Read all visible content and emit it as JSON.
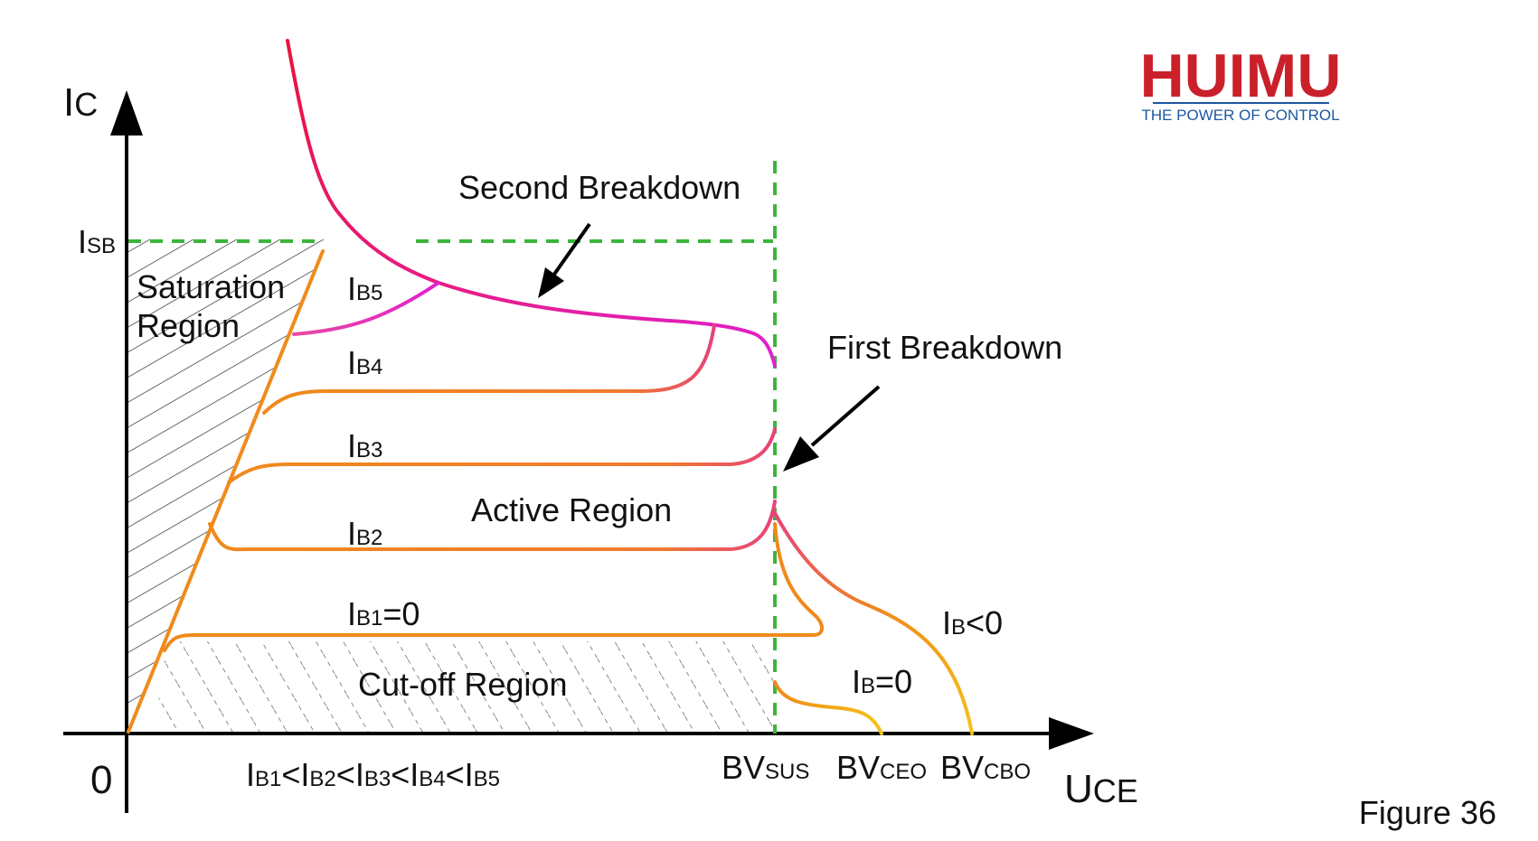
{
  "logo": {
    "name": "HUIMU",
    "tagline": "THE POWER OF CONTROL",
    "color_main": "#c9202a",
    "color_sub": "#1e56a0"
  },
  "figure_label": "Figure 36",
  "axes": {
    "y_label": {
      "main": "I",
      "sub": "C"
    },
    "x_label": {
      "main": "U",
      "sub": "CE"
    },
    "origin": "0"
  },
  "levels": {
    "isb": {
      "main": "I",
      "sub": "SB"
    }
  },
  "regions": {
    "saturation_line1": "Saturation",
    "saturation_line2": "Region",
    "active": "Active Region",
    "cutoff": "Cut-off Region"
  },
  "annotations": {
    "second_breakdown": "Second Breakdown",
    "first_breakdown": "First Breakdown"
  },
  "curves": {
    "ib5": {
      "main": "I",
      "sub": "B5",
      "tail": ""
    },
    "ib4": {
      "main": "I",
      "sub": "B4",
      "tail": ""
    },
    "ib3": {
      "main": "I",
      "sub": "B3",
      "tail": ""
    },
    "ib2": {
      "main": "I",
      "sub": "B2",
      "tail": ""
    },
    "ib1": {
      "main": "I",
      "sub": "B1",
      "tail": "=0"
    },
    "ib_neg": {
      "main": "I",
      "sub": "B",
      "tail": "<0"
    },
    "ib_zero": {
      "main": "I",
      "sub": "B",
      "tail": "=0"
    }
  },
  "ordering": {
    "i": "I",
    "b1": "B1",
    "b2": "B2",
    "b3": "B3",
    "b4": "B4",
    "b5": "B5",
    "lt": "<"
  },
  "x_ticks": {
    "bvsus": {
      "main": "BV",
      "sub": "SUS"
    },
    "bvceo": {
      "main": "BV",
      "sub": "CEO"
    },
    "bvcbo": {
      "main": "BV",
      "sub": "CBO"
    }
  },
  "colors": {
    "orange": "#f08a1c",
    "pink": "#e8427a",
    "magenta": "#e020d0",
    "red": "#e8143c",
    "yellow": "#f5c21a",
    "guide_green": "#3cb53c"
  }
}
